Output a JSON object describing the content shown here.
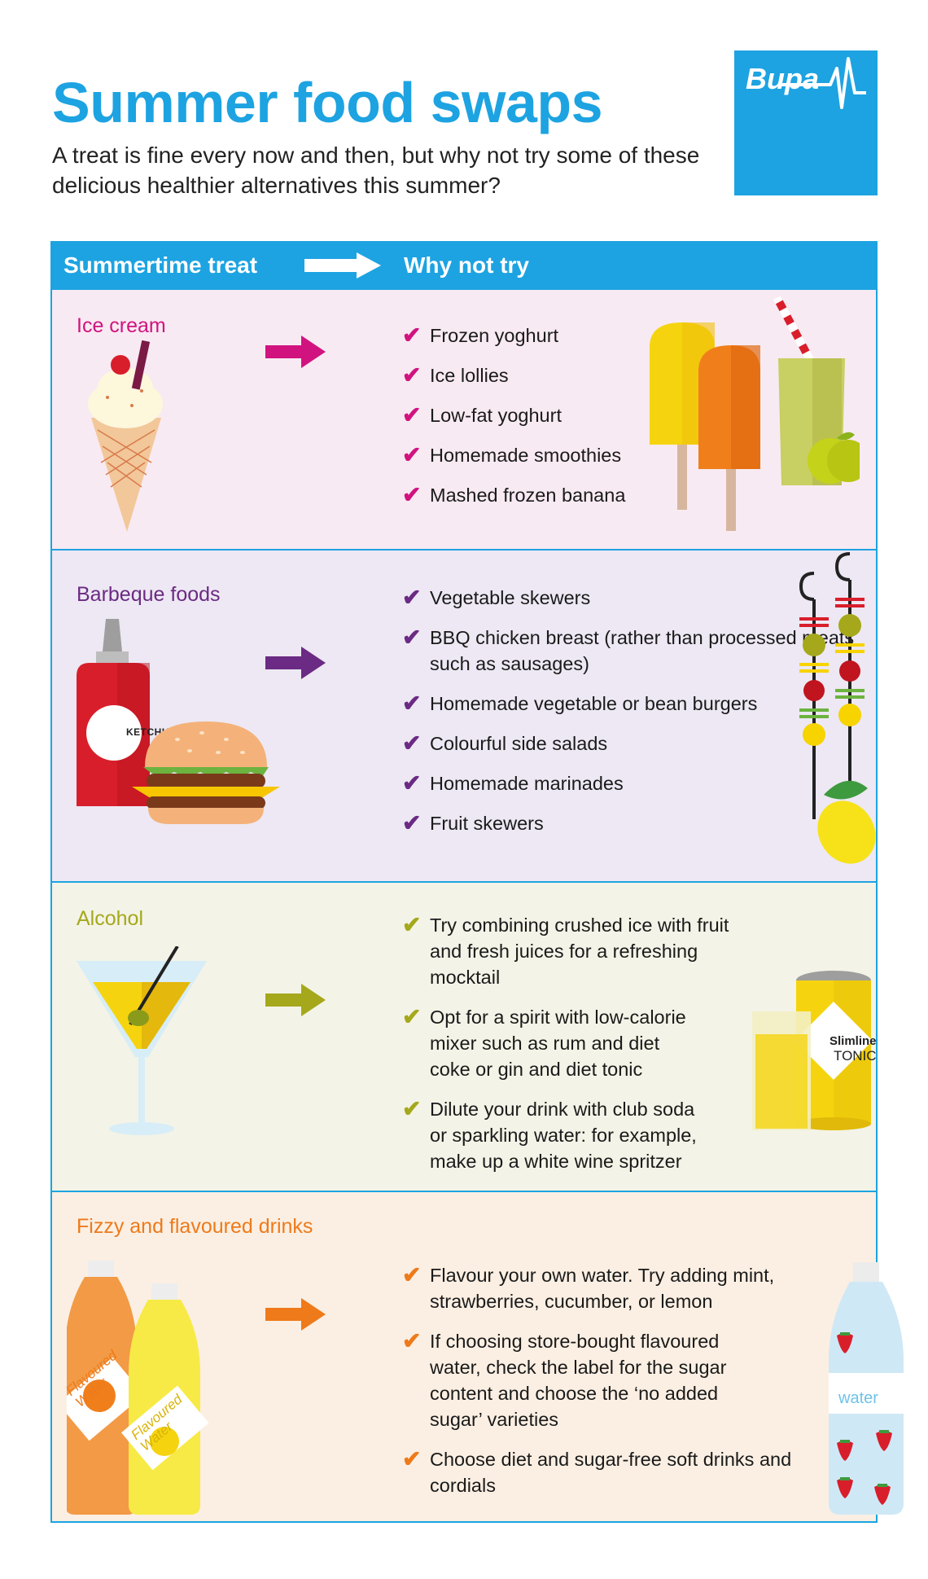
{
  "header": {
    "title": "Summer food swaps",
    "subtitle": "A treat is fine every now and then, but why not try some of these delicious healthier alternatives this summer?",
    "logo_text": "Bupa"
  },
  "table_header": {
    "left": "Summertime treat",
    "right": "Why not try"
  },
  "sections": [
    {
      "title": "Ice cream",
      "color": "#d1137f",
      "items": [
        "Frozen yoghurt",
        "Ice lollies",
        "Low-fat yoghurt",
        "Homemade smoothies",
        "Mashed frozen banana"
      ]
    },
    {
      "title": "Barbeque foods",
      "color": "#6b2a83",
      "ketchup_label": "KETCHUP",
      "items": [
        "Vegetable skewers",
        "BBQ chicken breast (rather than processed meats such as sausages)",
        "Homemade vegetable or bean burgers",
        "Colourful side salads",
        "Homemade marinades",
        "Fruit skewers"
      ]
    },
    {
      "title": "Alcohol",
      "color": "#a5a81a",
      "can_label_1": "Slimline",
      "can_label_2": "TONIC",
      "items": [
        "Try combining crushed ice with fruit and fresh juices for a refreshing mocktail",
        "Opt for a spirit with low-calorie mixer such as rum and diet coke or gin and diet tonic",
        "Dilute your drink with club soda or sparkling water: for example, make up a white wine spritzer"
      ]
    },
    {
      "title": "Fizzy and flavoured drinks",
      "color": "#ee7a1a",
      "bottle_label": "Flavoured Water",
      "water_label": "water",
      "items": [
        "Flavour your own water. Try adding mint, strawberries, cucumber, or lemon",
        "If choosing store-bought flavoured water, check the label for the sugar content and choose the ‘no added sugar’ varieties",
        "Choose diet and sugar-free soft drinks and cordials"
      ]
    }
  ],
  "colors": {
    "brand_blue": "#1da3e1",
    "check_mark": "✔"
  }
}
